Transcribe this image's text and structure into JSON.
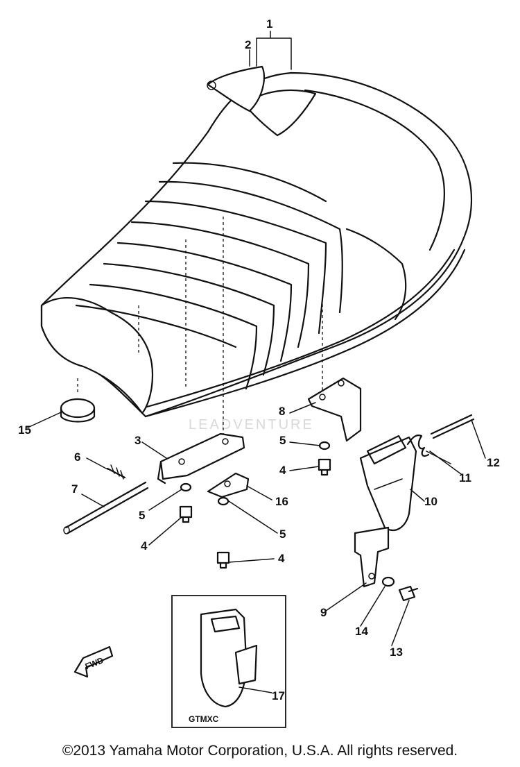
{
  "diagram": {
    "callouts": [
      "1",
      "2",
      "3",
      "4",
      "4",
      "4",
      "5",
      "5",
      "5",
      "6",
      "7",
      "8",
      "9",
      "10",
      "11",
      "12",
      "13",
      "14",
      "15",
      "16",
      "17"
    ],
    "inset_label": "GTMXC",
    "fwd_label": "FWD",
    "watermark": "LEADVENTURE"
  },
  "footer": {
    "copyright": "©2013 Yamaha Motor Corporation, U.S.A. All rights reserved."
  }
}
